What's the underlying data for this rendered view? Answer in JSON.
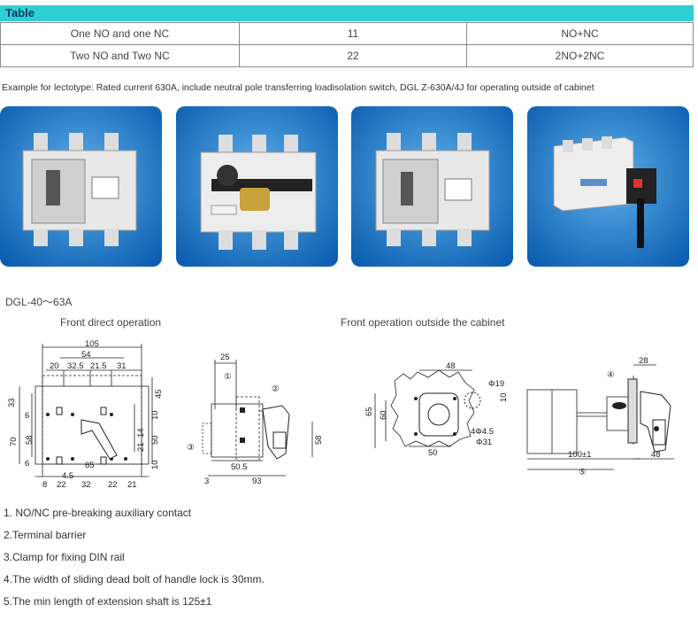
{
  "table": {
    "title": "Table",
    "rows": [
      [
        "One NO and one NC",
        "11",
        "NO+NC"
      ],
      [
        "Two NO and Two NC",
        "22",
        "2NO+2NC"
      ]
    ]
  },
  "example_text": "Example for lectotype: Rated current 630A, include neutral pole transferring loadisolation switch, DGL Z-630A/4J for operating outside of cabinet",
  "photos": [
    {
      "icon": "switch-front-photo-icon"
    },
    {
      "icon": "switch-with-padlock-photo-icon"
    },
    {
      "icon": "switch-front-photo-icon"
    },
    {
      "icon": "switch-side-handle-photo-icon"
    }
  ],
  "model_label": "DGL-40～63A",
  "captions": {
    "front_direct": "Front direct operation",
    "front_outside": "Front operation outside the cabinet"
  },
  "dims": {
    "d105": "105",
    "d54": "54",
    "d20": "20",
    "d32_5": "32.5",
    "d21_5": "21.5",
    "d31": "31",
    "d33": "33",
    "d45": "45",
    "d6a": "6",
    "d6b": "6",
    "d70": "70",
    "d58": "58",
    "d10a": "10",
    "d14": "14",
    "d21": "21",
    "d50": "50",
    "d10b": "10",
    "d65": "65",
    "d4_5": "4.5",
    "b8": "8",
    "b22a": "22",
    "b32": "32",
    "b22b": "22",
    "b21": "21",
    "s25": "25",
    "s1": "①",
    "s2": "②",
    "s3": "③",
    "s58": "58",
    "s50_5": "50.5",
    "s3b": "3",
    "s93": "93",
    "c48": "48",
    "cphi19": "Φ19",
    "c10": "10",
    "c65": "65",
    "c60": "60",
    "c4phi": "4Φ4.5",
    "cphi31": "Φ31",
    "c50": "50",
    "r28": "28",
    "r4": "④",
    "r100": "100±1",
    "r48": "48",
    "r5": "⑤"
  },
  "notes": [
    "1. NO/NC pre-breaking auxiliary contact",
    "2.Terminal barrier",
    "3.Clamp for fixing DIN rail",
    "4.The width of sliding dead bolt of handle lock is 30mm.",
    "5.The min length of extension shaft is 125±1"
  ]
}
